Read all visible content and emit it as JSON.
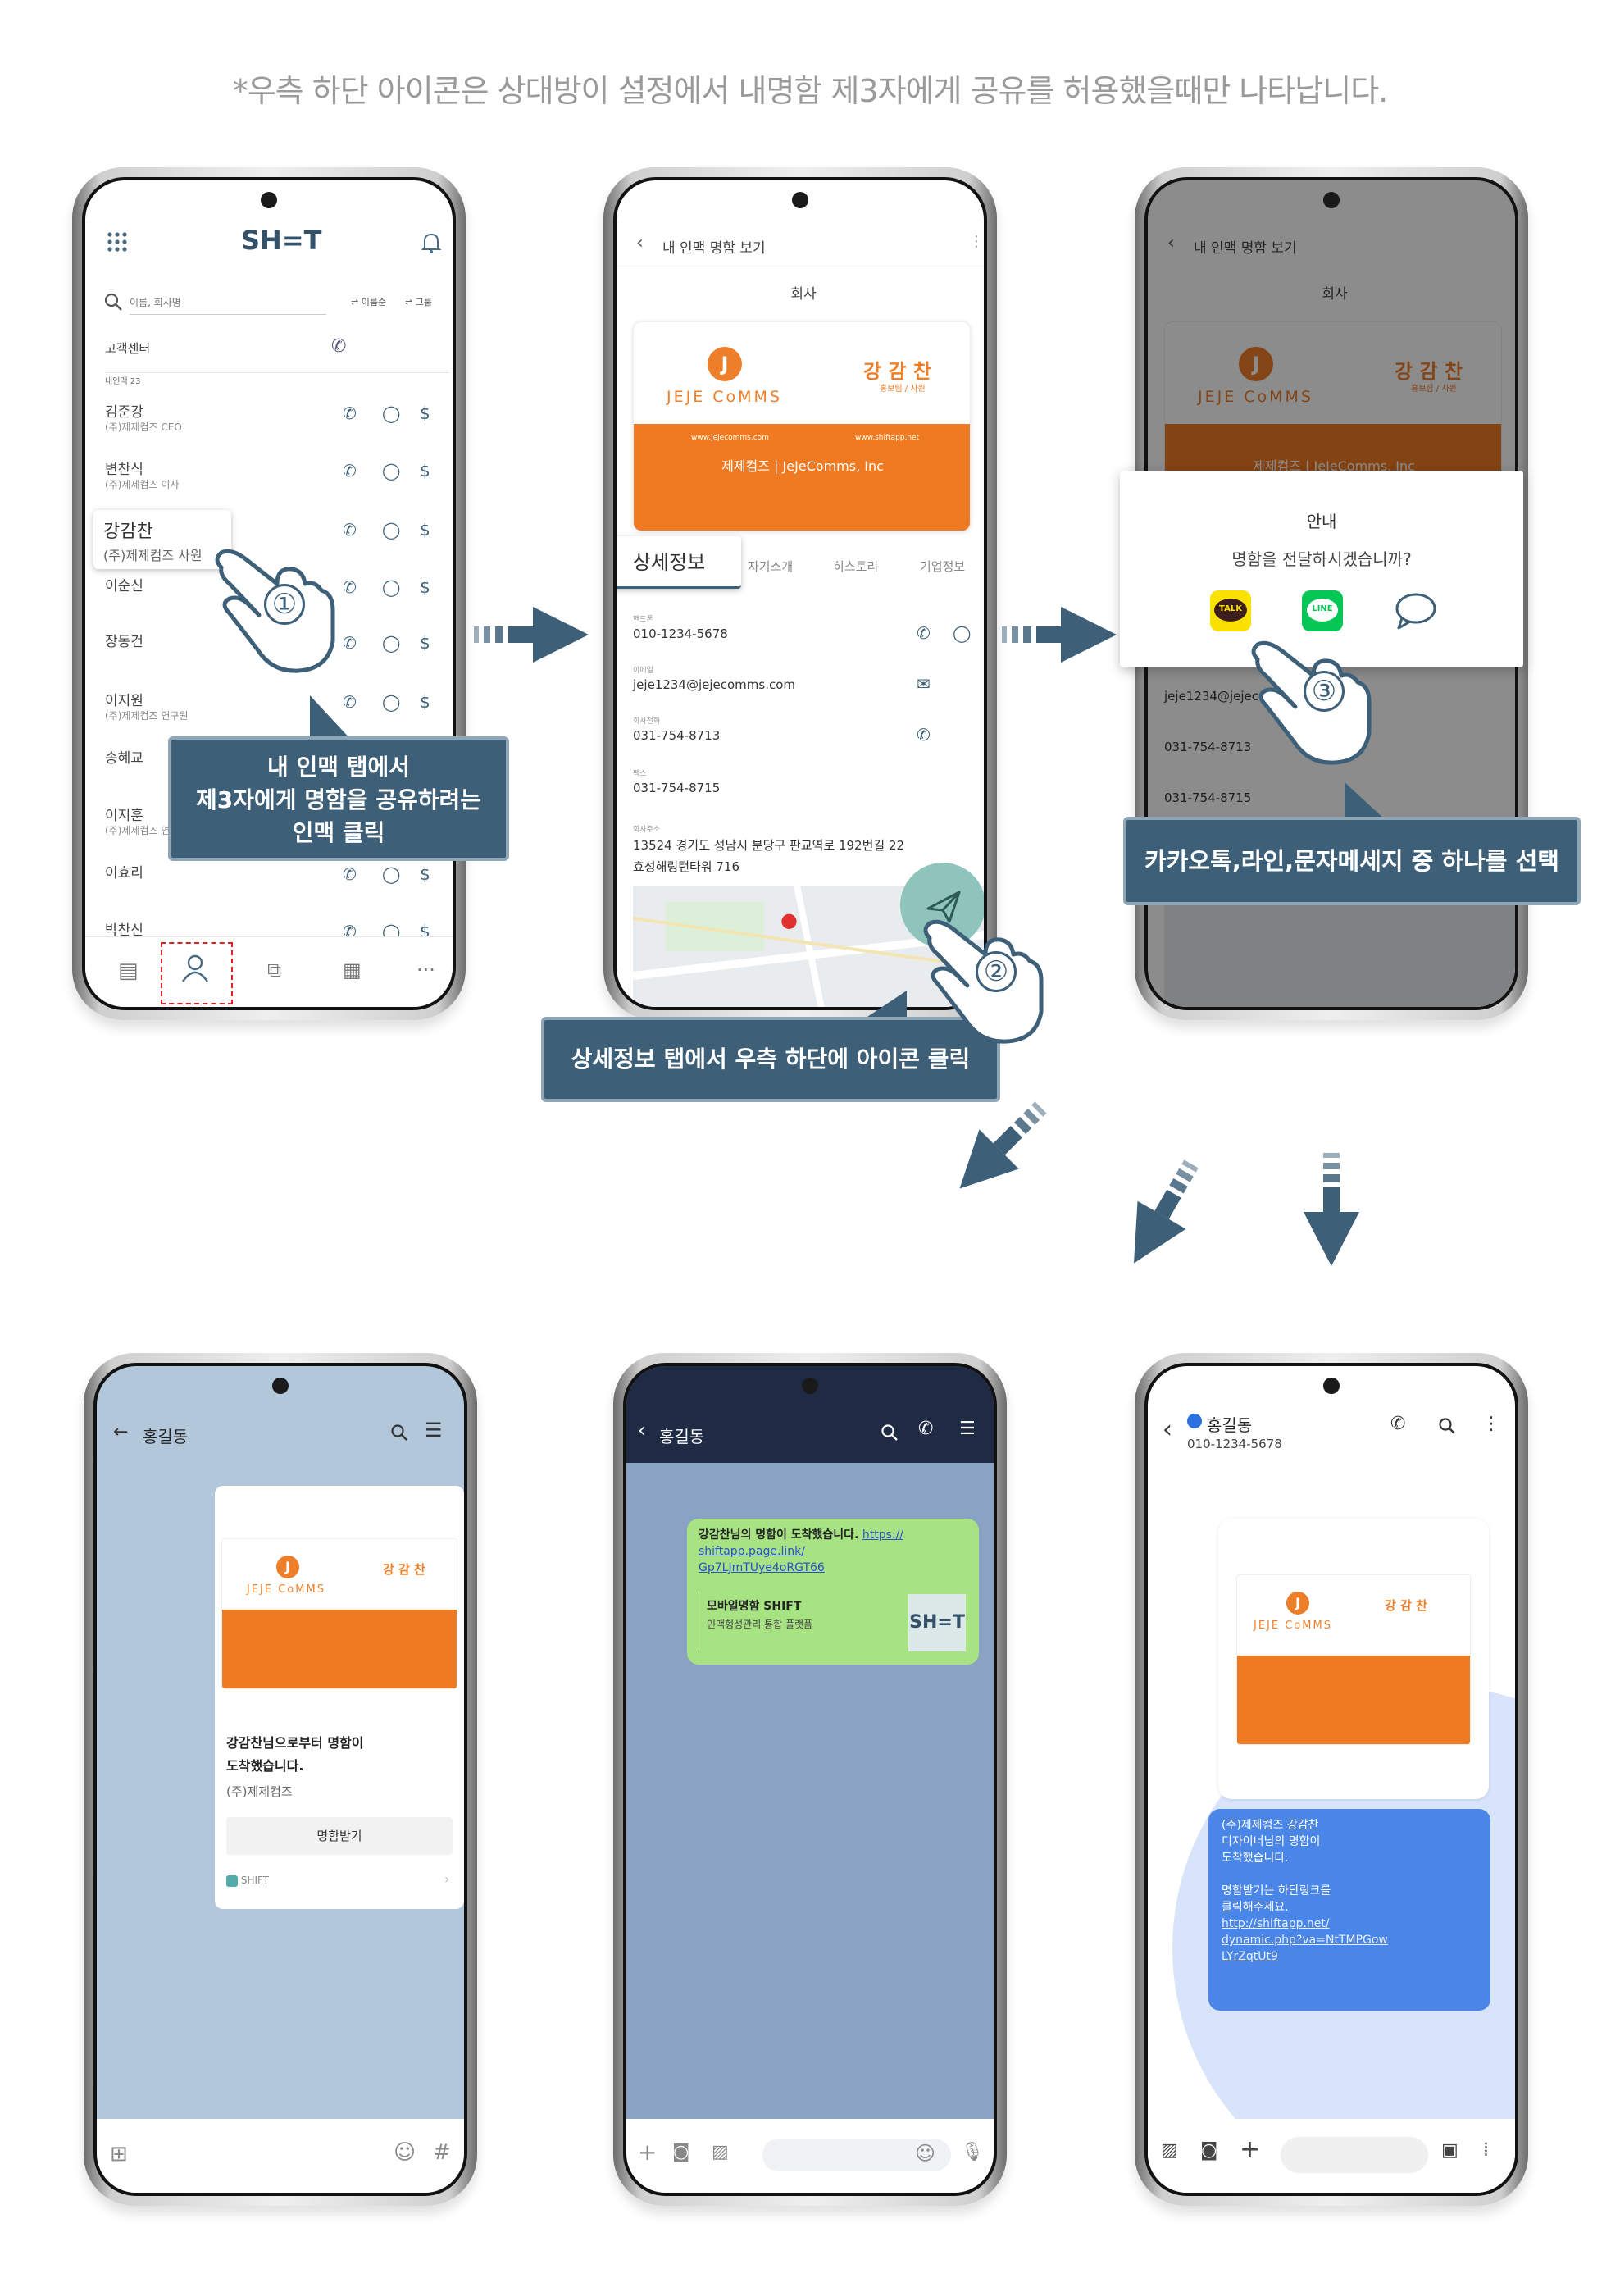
{
  "note": "*우측 하단 아이콘은 상대방이 설정에서 내명함 제3자에게 공유를  허용했을때만 나타납니다.",
  "colors": {
    "accent": "#ee7f2a",
    "navy": "#3d5f77",
    "kakao_yellow": "#fae100",
    "line_green": "#06c755",
    "sms_blue": "#4a86e8"
  },
  "phone1": {
    "logo": "SH=T",
    "search_placeholder": "이름, 회사명",
    "sort_label": "이름순",
    "group_label": "그룹",
    "customer_center": "고객센터",
    "count_label": "내인맥 23",
    "contacts": [
      {
        "name": "김준강",
        "sub": "(주)제제컴즈 CEO"
      },
      {
        "name": "변찬식",
        "sub": "(주)제제컴즈 이사"
      },
      {
        "name": "강감찬",
        "sub": "(주)제제컴즈 사원"
      },
      {
        "name": "이순신",
        "sub": ""
      },
      {
        "name": "장동건",
        "sub": ""
      },
      {
        "name": "이지원",
        "sub": "(주)제제컴즈 연구원"
      },
      {
        "name": "송혜교",
        "sub": ""
      },
      {
        "name": "이지훈",
        "sub": "(주)제제컴즈 연구원"
      },
      {
        "name": "이효리",
        "sub": ""
      },
      {
        "name": "박찬신",
        "sub": ""
      }
    ],
    "step": "①",
    "callout": [
      "내 인맥 탭에서",
      "제3자에게 명함을 공유하려는",
      "인맥 클릭"
    ]
  },
  "phone2": {
    "header_title": "내 인맥 명함 보기",
    "section": "회사",
    "card_name": "강 감 찬",
    "card_role": "홍보팀 / 사원",
    "card_brand": "JEJE CoMMS",
    "card_company": "제제컴즈 | JeJeComms, Inc",
    "card_web_left": "www.jejecomms.com",
    "card_web_right": "www.shiftapp.net",
    "tabs": [
      "상세정보",
      "자기소개",
      "히스토리",
      "기업정보"
    ],
    "fields": [
      {
        "label": "핸드폰",
        "value": "010-1234-5678"
      },
      {
        "label": "이메일",
        "value": "jeje1234@jejecomms.com"
      },
      {
        "label": "회사전화",
        "value": "031-754-8713"
      },
      {
        "label": "팩스",
        "value": "031-754-8715"
      },
      {
        "label": "회사주소",
        "value": "13524 경기도 성남시 분당구 판교역로 192번길 22"
      }
    ],
    "address2": "효성해링턴타워 716",
    "step": "②",
    "callout": "상세정보 탭에서 우측 하단에 아이콘 클릭"
  },
  "phone3": {
    "header_title": "내 인맥 명함 보기",
    "section": "회사",
    "card_name": "강 감 찬",
    "card_role": "홍보팀 / 사원",
    "card_brand": "JEJE CoMMS",
    "card_company": "제제컴즈 | JeJeComms, Inc",
    "dialog_title": "안내",
    "dialog_message": "명함을 전달하시겠습니까?",
    "kakao_label": "TALK",
    "line_label": "LINE",
    "email_partial": "jeje1234@jejecom",
    "phone_value": "031-754-8713",
    "fax_value": "031-754-8715",
    "step": "③",
    "callout": "카카오톡,라인,문자메세지 중 하나를 선택"
  },
  "phone4": {
    "title": "홍길동",
    "card_name": "강 감 찬",
    "card_brand": "JEJE CoMMS",
    "message_line1": "강감찬님으로부터 명함이",
    "message_line2": "도착했습니다.",
    "company": "(주)제제컴즈",
    "button": "명함받기",
    "footer": "SHIFT"
  },
  "phone5": {
    "title": "홍길동",
    "msg_prefix": "강감찬님의 명함이 도착했습니다.",
    "link1": "https://",
    "link2": "shiftapp.page.link/",
    "link3": "Gp7LJmTUye4oRGT66",
    "preview_title": "모바일명함 SHIFT",
    "preview_sub": "인맥형성관리 통합 플랫폼",
    "preview_logo": "SH=T"
  },
  "phone6": {
    "title": "홍길동",
    "phone": "010-1234-5678",
    "card_name": "강 감 찬",
    "card_brand": "JEJE CoMMS",
    "sms_lines": [
      "(주)제제컴즈 강감찬",
      "디자이너님의 명함이",
      "도착했습니다.",
      "",
      "명함받기는 하단링크를",
      "클릭해주세요."
    ],
    "sms_links": [
      "http://shiftapp.net/",
      "dynamic.php?va=NtTMPGow",
      "LYrZqtUt9"
    ]
  }
}
